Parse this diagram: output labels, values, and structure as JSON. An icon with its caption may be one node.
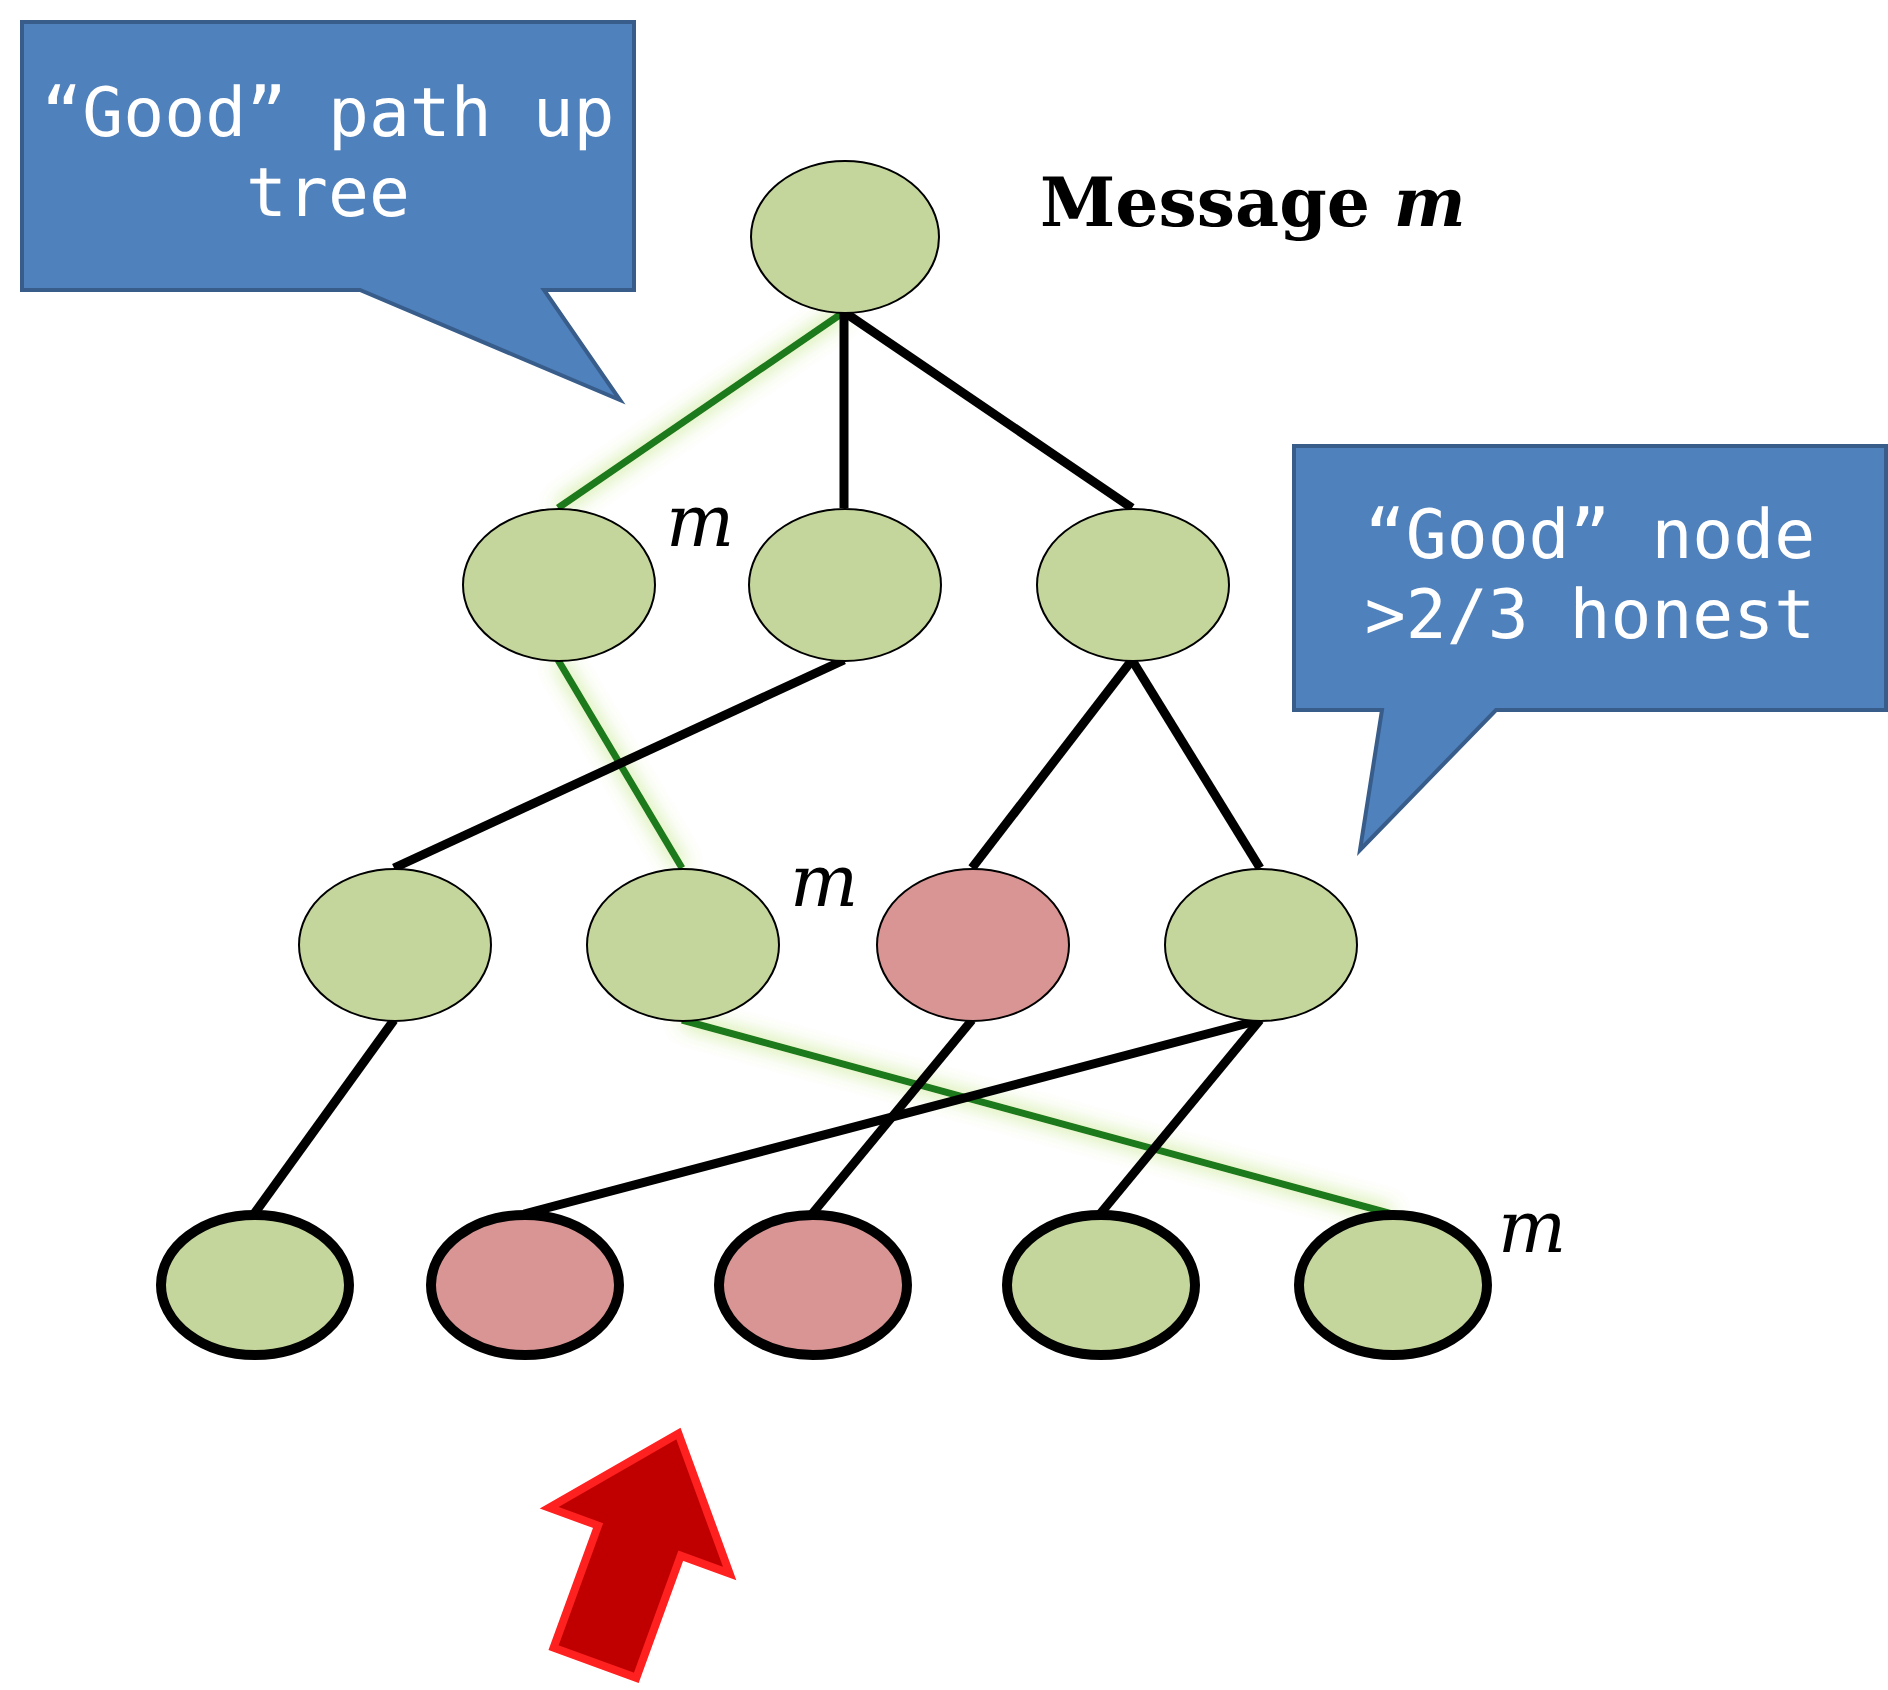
{
  "diagram": {
    "nodes": [
      {
        "text": [],
        "shape": "circle"
      },
      {
        "text": [],
        "shape": "circle",
        "beside": [
          "m"
        ]
      },
      {
        "text": [],
        "shape": "circle"
      },
      {
        "text": [],
        "shape": "circle"
      },
      {
        "text": [],
        "shape": "circle"
      },
      {
        "text": [],
        "shape": "circle",
        "beside": [
          "m"
        ]
      },
      {
        "text": [],
        "shape": "circle"
      },
      {
        "text": [],
        "shape": "circle"
      },
      {
        "text": [],
        "shape": "circle"
      },
      {
        "text": [],
        "shape": "circle"
      },
      {
        "text": [],
        "shape": "circle"
      },
      {
        "text": [],
        "shape": "circle"
      },
      {
        "text": [],
        "shape": "circle",
        "beside": [
          "m"
        ]
      },
      {
        "text": [
          "“Good” path up tree"
        ]
      },
      {
        "text": [
          "“Good” node >2/3 honest"
        ]
      }
    ],
    "edges": [
      {
        "from": 0,
        "to": 1,
        "arrow": "none",
        "color": "#1a7a1a"
      },
      {
        "from": 0,
        "to": 2,
        "arrow": "none"
      },
      {
        "from": 0,
        "to": 3,
        "arrow": "none"
      },
      {
        "from": 1,
        "to": 5,
        "arrow": "none",
        "color": "#1a7a1a"
      },
      {
        "from": 2,
        "to": 4,
        "arrow": "none"
      },
      {
        "from": 3,
        "to": 6,
        "arrow": "none"
      },
      {
        "from": 3,
        "to": 7,
        "arrow": "none"
      },
      {
        "from": 4,
        "to": 8,
        "arrow": "none"
      },
      {
        "from": 5,
        "to": 12,
        "arrow": "none",
        "color": "#1a7a1a"
      },
      {
        "from": 6,
        "to": 10,
        "arrow": "none"
      },
      {
        "from": 7,
        "to": 9,
        "arrow": "none"
      },
      {
        "from": 7,
        "to": 11,
        "arrow": "none"
      }
    ],
    "labels": [
      "Message *m*"
    ]
  }
}
